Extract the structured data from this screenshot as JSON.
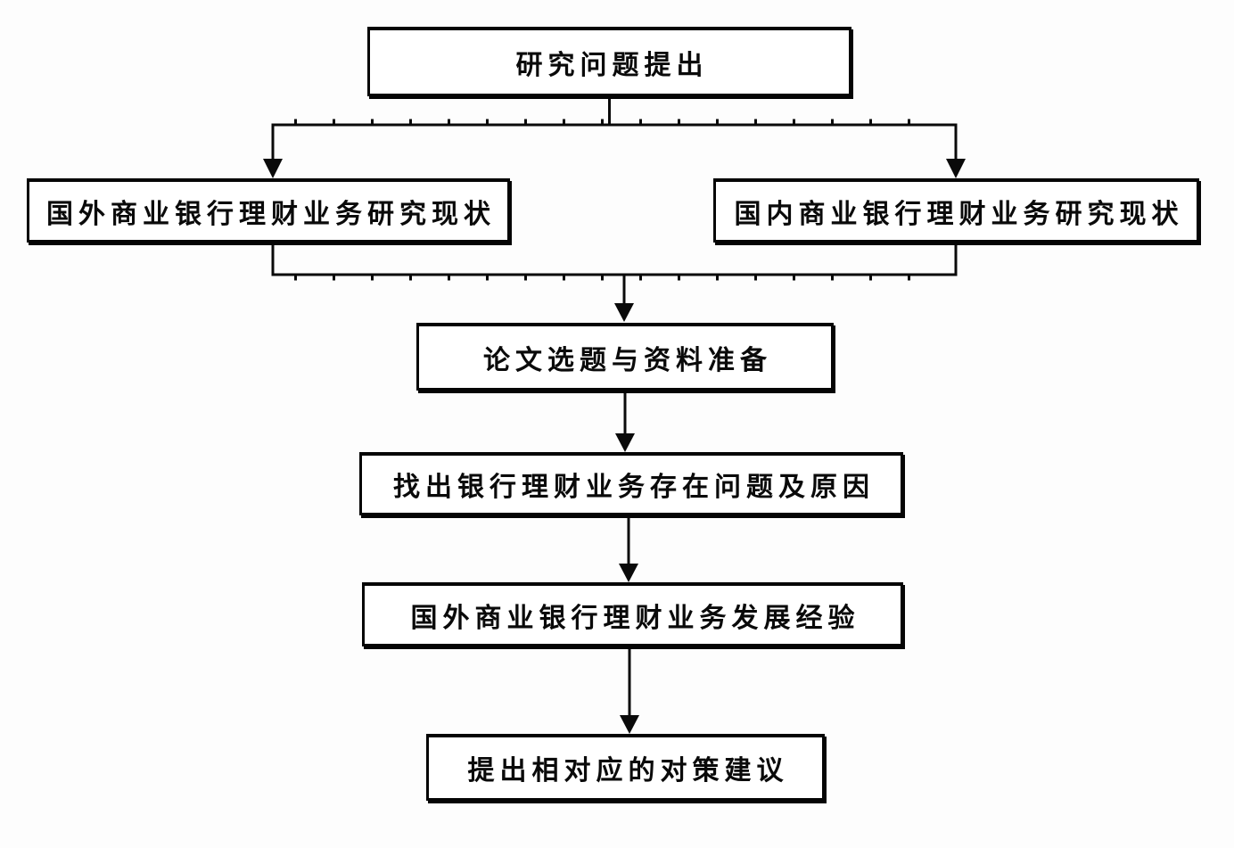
{
  "diagram": {
    "type": "flowchart",
    "nodes": [
      {
        "id": "research-question",
        "label": "研究问题提出"
      },
      {
        "id": "foreign-research-status",
        "label": "国外商业银行理财业务研究现状"
      },
      {
        "id": "domestic-research-status",
        "label": "国内商业银行理财业务研究现状"
      },
      {
        "id": "topic-and-materials",
        "label": "论文选题与资料准备"
      },
      {
        "id": "problems-and-causes",
        "label": "找出银行理财业务存在问题及原因"
      },
      {
        "id": "foreign-development-experience",
        "label": "国外商业银行理财业务发展经验"
      },
      {
        "id": "countermeasures",
        "label": "提出相对应的对策建议"
      }
    ],
    "edges": [
      {
        "from": "研究问题提出",
        "to": "国外商业银行理财业务研究现状"
      },
      {
        "from": "研究问题提出",
        "to": "国内商业银行理财业务研究现状"
      },
      {
        "from": "国外商业银行理财业务研究现状",
        "to": "论文选题与资料准备"
      },
      {
        "from": "国内商业银行理财业务研究现状",
        "to": "论文选题与资料准备"
      },
      {
        "from": "论文选题与资料准备",
        "to": "找出银行理财业务存在问题及原因"
      },
      {
        "from": "找出银行理财业务存在问题及原因",
        "to": "国外商业银行理财业务发展经验"
      },
      {
        "from": "国外商业银行理财业务发展经验",
        "to": "提出相对应的对策建议"
      }
    ],
    "colors": {
      "background": "#fdfdfd",
      "box_fill": "#ffffff",
      "box_border": "#050505",
      "line": "#0a0a0a",
      "text": "#0a0a0a"
    }
  }
}
